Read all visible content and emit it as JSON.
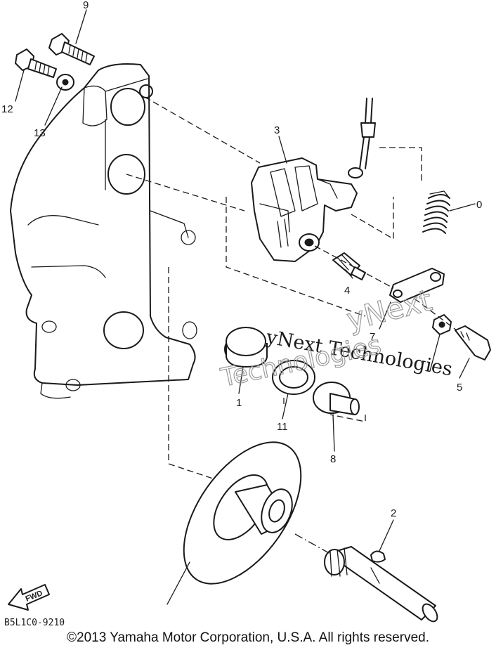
{
  "callouts": {
    "c9": "9",
    "c12": "12",
    "c13": "13",
    "c3": "3",
    "c0": "0",
    "c4": "4",
    "c7": "7",
    "c5": "5",
    "c1": "1",
    "c11": "11",
    "c8": "8",
    "c2": "2"
  },
  "fwd_label": "FWD",
  "diagram_code": "B5L1C0-9210",
  "watermark": {
    "line1": "yNext Technologies",
    "outline1": "yNext",
    "outline2": "Technologies"
  },
  "copyright": "©2013 Yamaha Motor Corporation, U.S.A. All rights reserved."
}
